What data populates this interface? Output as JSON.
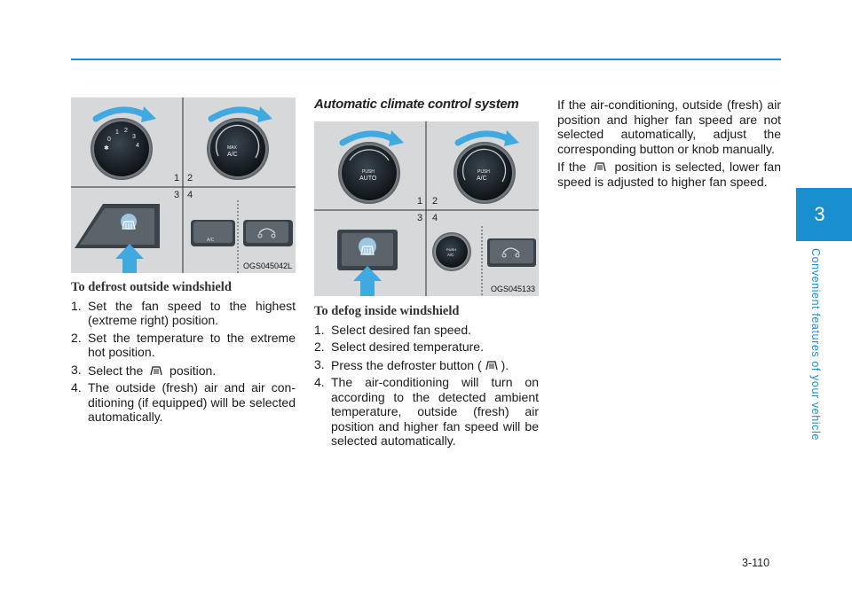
{
  "page": {
    "page_number": "3-110",
    "chapter_number": "3",
    "chapter_title": "Convenient features of your vehicle"
  },
  "figure_left": {
    "code": "OGS045042L",
    "knob_left_numbers": [
      "0",
      "1",
      "2",
      "3",
      "4"
    ],
    "knob_right_label_top": "MAX",
    "knob_right_label_bottom": "A/C",
    "button_ac_label": "A/C",
    "quadrant_labels": [
      "1",
      "2",
      "3",
      "4"
    ]
  },
  "left_column": {
    "heading": "To defrost outside windshield",
    "steps": [
      {
        "num": "1.",
        "text": "Set the fan speed to the highest (extreme right) position."
      },
      {
        "num": "2.",
        "text": "Set the temperature to the extreme hot position."
      },
      {
        "num": "3.",
        "text_before": "Select the",
        "text_after": "position."
      },
      {
        "num": "4.",
        "text": "The outside (fresh) air and air con­ditioning (if equipped) will be selected automatically."
      }
    ]
  },
  "section_title": "Automatic climate control system",
  "figure_right": {
    "code": "OGS045133",
    "knob_left_top": "PUSH",
    "knob_left_bottom": "AUTO",
    "knob_right_top": "PUSH",
    "knob_right_bottom": "A/C",
    "small_knob_top": "PUSH",
    "small_knob_bottom": "A/C",
    "quadrant_labels": [
      "1",
      "2",
      "3",
      "4"
    ]
  },
  "middle_column": {
    "heading": "To defog inside windshield",
    "steps": [
      {
        "num": "1.",
        "text": "Select desired fan speed."
      },
      {
        "num": "2.",
        "text": "Select desired temperature."
      },
      {
        "num": "3.",
        "text_before": "Press the defroster button (",
        "text_after": ")."
      },
      {
        "num": "4.",
        "text": "The air-conditioning will turn on according to the detected ambient temperature, outside (fresh) air position and higher fan speed will be selected automatically."
      }
    ]
  },
  "right_column": {
    "para1": "If the air-conditioning, outside (fresh) air position and higher fan speed are not selected automatically, adjust the corresponding button or knob manu­ally.",
    "para2_before": "If the",
    "para2_after": "position is selected, lower fan speed is adjusted to higher fan speed."
  },
  "colors": {
    "accent_blue": "#1a8fd0",
    "arrow_blue": "#3fa9e0",
    "panel_gray": "#d7d8da"
  },
  "icons": [
    "defrost-icon",
    "recirculation-icon",
    "arrow-up-icon",
    "arrow-curved-icon"
  ]
}
